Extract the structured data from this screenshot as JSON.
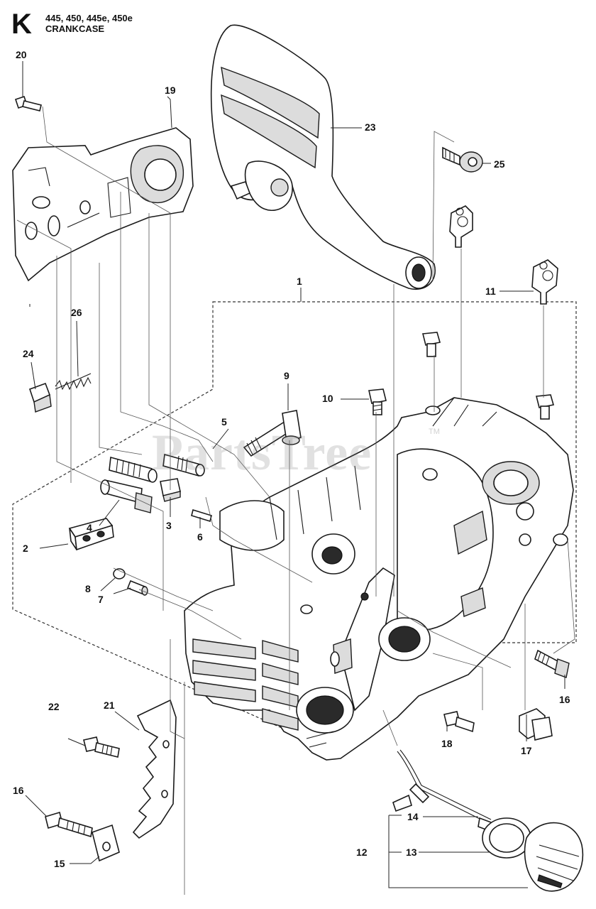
{
  "header": {
    "section_letter": "K",
    "models": "445, 450, 445e, 450e",
    "title": "CRANKCASE"
  },
  "watermark": {
    "text": "PartsTree",
    "trademark": "TM"
  },
  "callouts": {
    "c1": "1",
    "c2": "2",
    "c3": "3",
    "c4": "4",
    "c5": "5",
    "c6": "6",
    "c7": "7",
    "c8": "8",
    "c9": "9",
    "c10": "10",
    "c11": "11",
    "c12": "12",
    "c13": "13",
    "c14": "14",
    "c15": "15",
    "c16a": "16",
    "c16b": "16",
    "c17": "17",
    "c18": "18",
    "c19": "19",
    "c20": "20",
    "c21": "21",
    "c22": "22",
    "c23": "23",
    "c24": "24",
    "c25": "25",
    "c26": "26"
  }
}
